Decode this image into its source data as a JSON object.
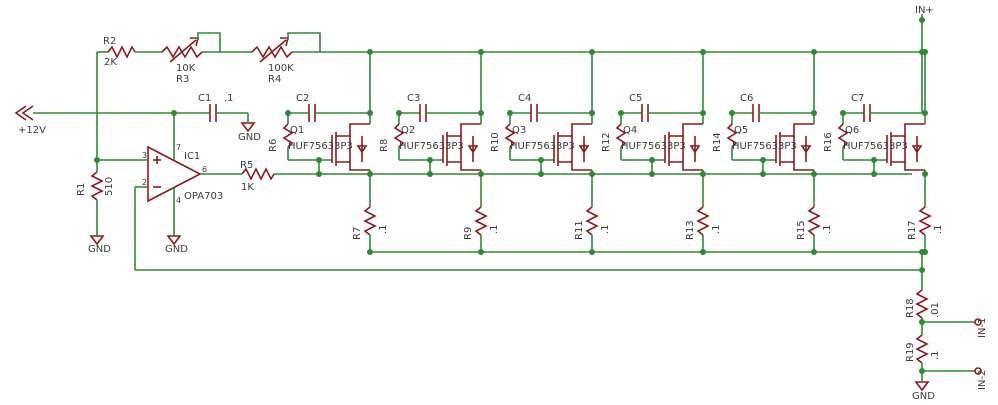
{
  "colors": {
    "wire": "#2f8a34",
    "part": "#8b1a1a",
    "text": "#3c3c3c"
  },
  "nets": {
    "vplus": "+12V",
    "in_plus": "IN+",
    "in1": "IN-1",
    "in2": "IN-2",
    "gnd": "GND"
  },
  "input_network": {
    "r1": {
      "name": "R1",
      "value": "510"
    },
    "r2": {
      "name": "R2",
      "value": "2K"
    },
    "r3": {
      "name": "R3",
      "value": "10K"
    },
    "r4": {
      "name": "R4",
      "value": "100K"
    },
    "r5": {
      "name": "R5",
      "value": "1K"
    },
    "c1": {
      "name": "C1",
      "value": ".1"
    }
  },
  "opamp": {
    "name": "IC1",
    "part": "OPA703",
    "pins": [
      "3",
      "2",
      "7",
      "4",
      "6"
    ]
  },
  "mosfet_stages": [
    {
      "q": "Q1",
      "part": "HUF75633P3",
      "gate_r": "R6",
      "cap": "C2",
      "sense_r": "R7",
      "sense_val": ".1"
    },
    {
      "q": "Q2",
      "part": "HUF75633P3",
      "gate_r": "R8",
      "cap": "C3",
      "sense_r": "R9",
      "sense_val": ".1"
    },
    {
      "q": "Q3",
      "part": "HUF75633P3",
      "gate_r": "R10",
      "cap": "C4",
      "sense_r": "R11",
      "sense_val": ".1"
    },
    {
      "q": "Q4",
      "part": "HUF75633P3",
      "gate_r": "R12",
      "cap": "C5",
      "sense_r": "R13",
      "sense_val": ".1"
    },
    {
      "q": "Q5",
      "part": "HUF75633P3",
      "gate_r": "R14",
      "cap": "C6",
      "sense_r": "R15",
      "sense_val": ".1"
    },
    {
      "q": "Q6",
      "part": "HUF75633P3",
      "gate_r": "R16",
      "cap": "C7",
      "sense_r": "R17",
      "sense_val": ".1"
    }
  ],
  "shunts": [
    {
      "name": "R18",
      "value": ".01"
    },
    {
      "name": "R19",
      "value": ".1"
    }
  ]
}
